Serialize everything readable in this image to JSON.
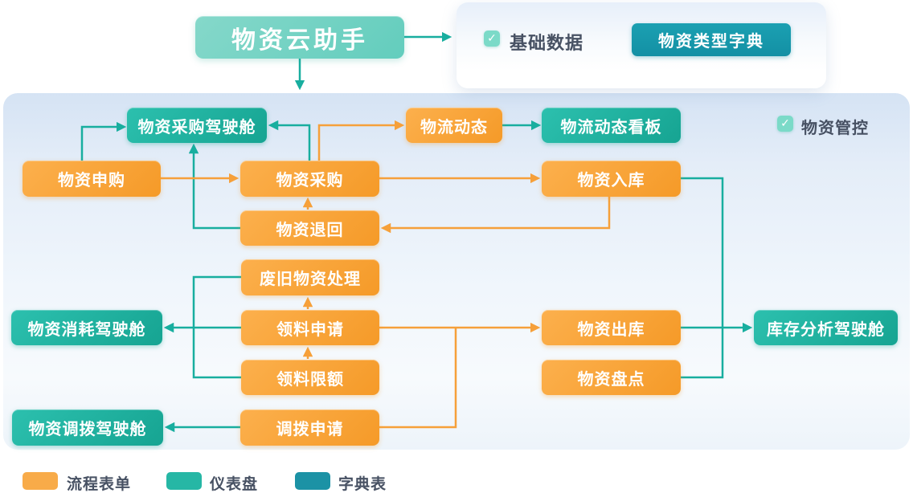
{
  "palette": {
    "orange_node": "#F7A233",
    "teal_node": "#1FB2A0",
    "dict_button_teal": "#1494A7",
    "title_box_teal": "#6FD0C2",
    "checkbox_teal": "#7BDAC8",
    "dark_text": "#475163",
    "orange_line": "#F6A03A",
    "teal_line": "#18AE9F",
    "panel_background_top": "#D5E3F4"
  },
  "icons": {
    "check": "✓"
  },
  "header": {
    "title": "物资云助手"
  },
  "basic_data_card": {
    "label": "基础数据",
    "button_label": "物资类型字典"
  },
  "panel": {
    "group_label": "物资管控"
  },
  "nodes": [
    {
      "label": "物资申购",
      "type": "orange"
    },
    {
      "label": "物资采购",
      "type": "orange"
    },
    {
      "label": "物流动态",
      "type": "orange"
    },
    {
      "label": "物资入库",
      "type": "orange"
    },
    {
      "label": "物资退回",
      "type": "orange"
    },
    {
      "label": "废旧物资处理",
      "type": "orange"
    },
    {
      "label": "领料申请",
      "type": "orange"
    },
    {
      "label": "领料限额",
      "type": "orange"
    },
    {
      "label": "调拨申请",
      "type": "orange"
    },
    {
      "label": "物资出库",
      "type": "orange"
    },
    {
      "label": "物资盘点",
      "type": "orange"
    },
    {
      "label": "物资采购驾驶舱",
      "type": "teal"
    },
    {
      "label": "物流动态看板",
      "type": "teal"
    },
    {
      "label": "物资消耗驾驶舱",
      "type": "teal"
    },
    {
      "label": "物资调拨驾驶舱",
      "type": "teal"
    },
    {
      "label": "库存分析驾驶舱",
      "type": "teal"
    }
  ],
  "legend": [
    {
      "label": "流程表单",
      "color": "#F8AB49"
    },
    {
      "label": "仪表盘",
      "color": "#26B7A5"
    },
    {
      "label": "字典表",
      "color": "#1C92A5"
    }
  ]
}
